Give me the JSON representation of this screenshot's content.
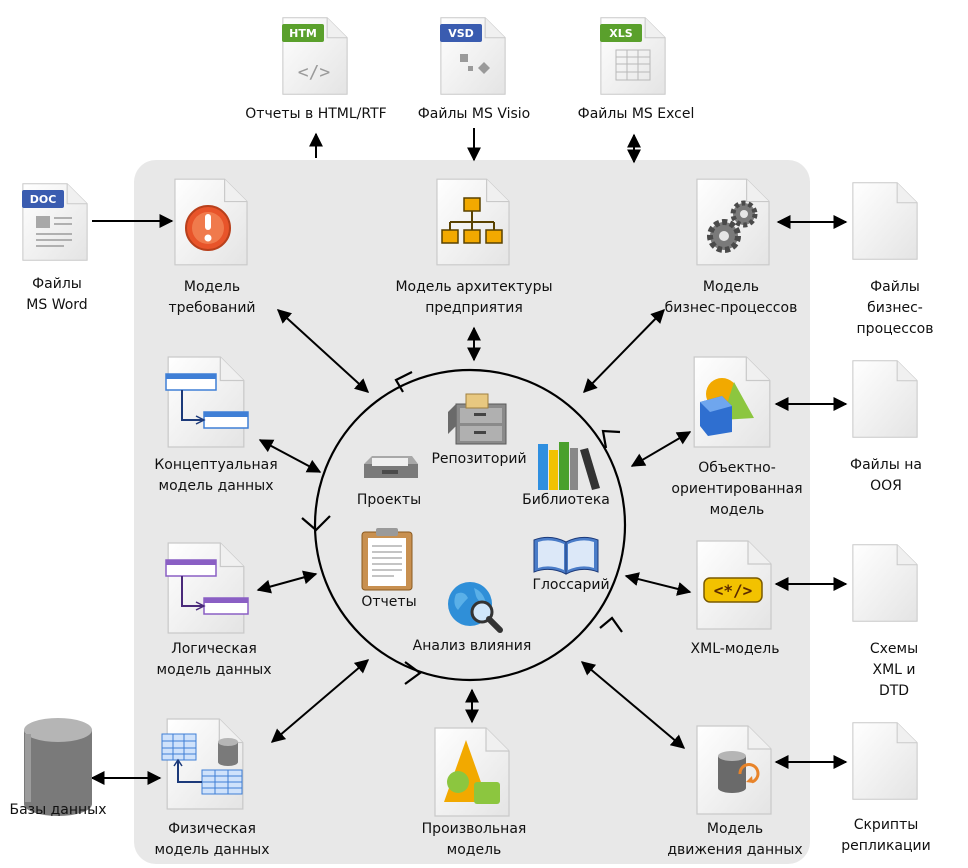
{
  "external": {
    "htm": {
      "badge": "HTM",
      "label": "Отчеты в HTML/RTF",
      "badge_color": "#5aa02c"
    },
    "vsd": {
      "badge": "VSD",
      "label": "Файлы MS Visio",
      "badge_color": "#3a5cb0"
    },
    "xls": {
      "badge": "XLS",
      "label": "Файлы MS Excel",
      "badge_color": "#5aa02c"
    },
    "doc": {
      "badge": "DOC",
      "label": "Файлы\nMS Word",
      "badge_color": "#3a5cb0"
    },
    "bp_files": {
      "label": "Файлы\nбизнес-процессов"
    },
    "oop_files": {
      "label": "Файлы на ООЯ"
    },
    "xml_schemas": {
      "label": "Схемы XML и DTD"
    },
    "replication": {
      "label": "Скрипты\nрепликации"
    },
    "databases": {
      "label": "Базы данных"
    }
  },
  "models": {
    "requirements": {
      "label": "Модель\nтребований"
    },
    "enterprise_arch": {
      "label": "Модель архитектуры\nпредприятия"
    },
    "business_process": {
      "label": "Модель\nбизнес-процессов"
    },
    "conceptual": {
      "label": "Концептуальная\nмодель данных"
    },
    "object_oriented": {
      "label": "Объектно-\nориентированная\nмодель"
    },
    "logical": {
      "label": "Логическая\nмодель данных"
    },
    "xml": {
      "label": "XML-модель"
    },
    "physical": {
      "label": "Физическая\nмодель данных"
    },
    "arbitrary": {
      "label": "Произвольная\nмодель"
    },
    "data_flow": {
      "label": "Модель\nдвижения данных"
    }
  },
  "center": {
    "repository": "Репозиторий",
    "projects": "Проекты",
    "library": "Библиотека",
    "reports": "Отчеты",
    "glossary": "Глоссарий",
    "impact": "Анализ влияния"
  },
  "colors": {
    "panel": "#e8e8e8",
    "arrow": "#000000",
    "warning": "#e8542a",
    "org": "#f2a900",
    "blue_table": "#3f7fd6",
    "purple_table": "#8a5fc4"
  }
}
